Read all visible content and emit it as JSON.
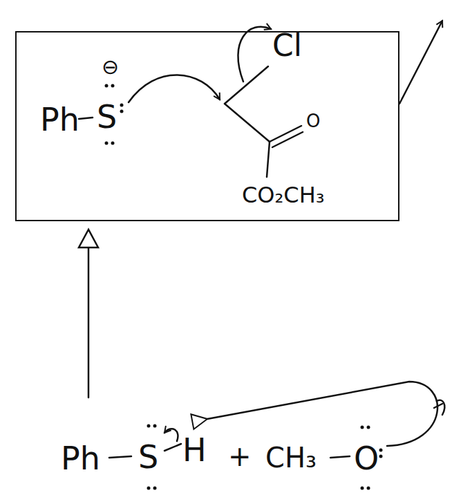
{
  "diagram": {
    "nodes": [
      {
        "text": [
          "⊖",
          "Ph",
          "S",
          "Cl",
          "O",
          "CO₂CH₃"
        ]
      }
    ],
    "labels": [
      "Ph",
      "S",
      "H",
      "+",
      "CH₃",
      "O"
    ]
  }
}
